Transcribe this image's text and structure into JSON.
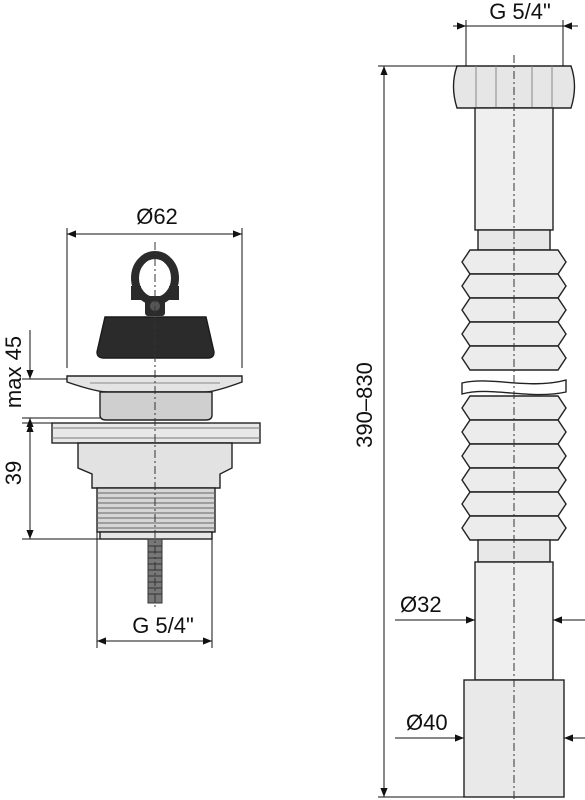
{
  "drawing": {
    "left_part": {
      "diameter_label": "Ø62",
      "height_max_label": "max 45",
      "height_label": "39",
      "thread_label": "G 5/4\""
    },
    "right_part": {
      "thread_label": "G 5/4\"",
      "length_label": "390–830",
      "diameter_32_label": "Ø32",
      "diameter_40_label": "Ø40"
    },
    "colors": {
      "line": "#111111",
      "metal_fill": "#dedede",
      "plastic_fill": "#ececec",
      "stopper_fill": "#2b2b2b"
    }
  }
}
